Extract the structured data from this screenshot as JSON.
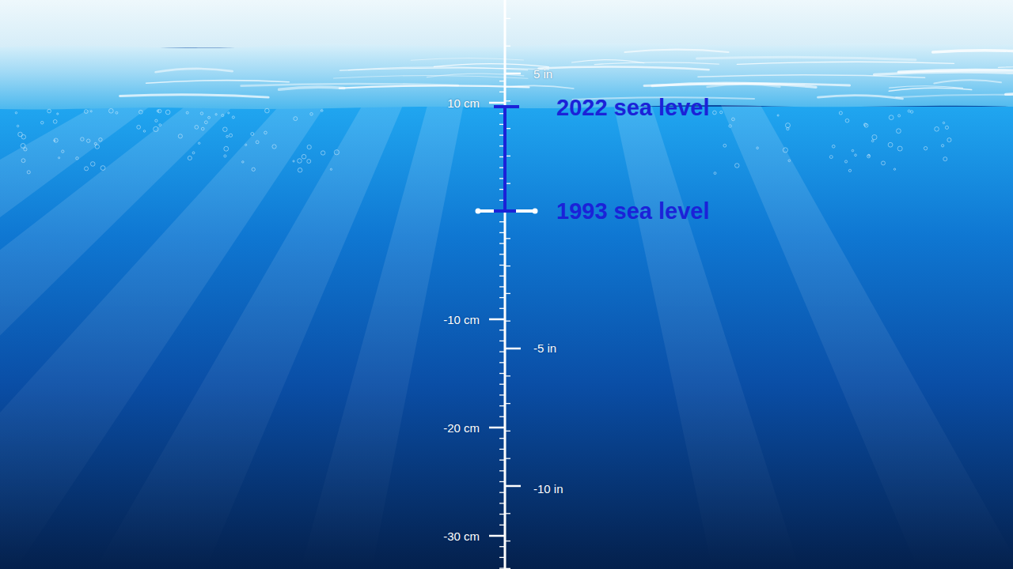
{
  "diagram": {
    "labels": [
      "10 cm",
      "5 in",
      "2022 sea level",
      "1993 sea level",
      "-10 cm",
      "-5 in",
      "-20 cm",
      "-10 in",
      "-30 cm"
    ]
  }
}
